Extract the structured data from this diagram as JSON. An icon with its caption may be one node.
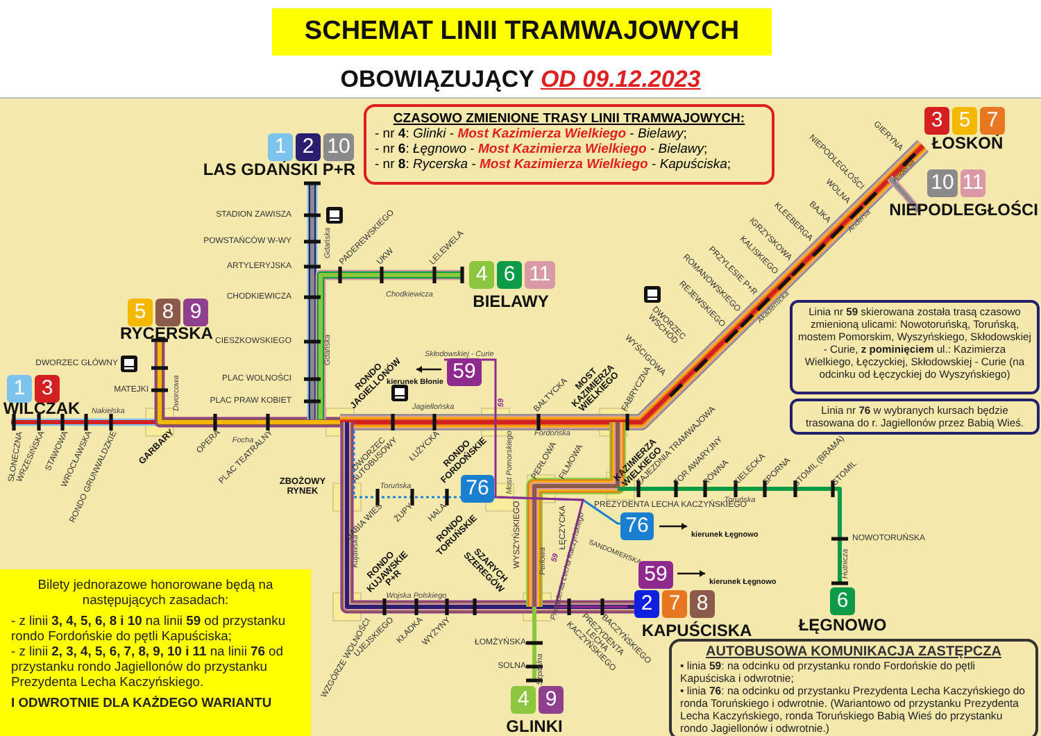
{
  "diagram": {
    "title": "SCHEMAT LINII TRAMWAJOWYCH",
    "nodes": [
      {
        "text": [
          "CZASOWO ZMIENIONE TRASY LINII TRAMWAJOWYCH:",
          "- nr **4**: *Glinki* - **Most Kazimierza Wielkiego** - *Bielawy*;",
          "- nr **6**: *Łęgnowo* - **Most Kazimierza Wielkiego** - *Bielawy*;",
          "- nr **8**: *Rycerska* - **Most Kazimierza Wielkiego** - *Kapuściska*;"
        ]
      },
      {
        "text": [
          "3"
        ]
      },
      {
        "text": [
          "5"
        ]
      },
      {
        "text": [
          "7"
        ]
      },
      {
        "text": [
          "1"
        ]
      },
      {
        "text": [
          "2"
        ]
      },
      {
        "text": [
          "10"
        ]
      },
      {
        "text": [
          "10"
        ]
      },
      {
        "text": [
          "11"
        ]
      },
      {
        "text": [
          "4"
        ]
      },
      {
        "text": [
          "6"
        ]
      },
      {
        "text": [
          "11"
        ]
      },
      {
        "text": [
          "5"
        ]
      },
      {
        "text": [
          "8"
        ]
      },
      {
        "text": [
          "9"
        ]
      },
      {
        "text": [
          "59"
        ]
      },
      {
        "text": [
          "Linia nr **59** skierowana została trasą czasowo zmienioną ulicami: Nowotoruńską, Toruńską, mostem Pomorskim, Wyszyńskiego, Skłodowskiej - Curie, **z pominięciem** ul.: Kazimierza Wielkiego, Łęczyckiej, Skłodowskiej - Curie (na odcinku od Łęczyckiej do Wyszyńskiego)"
        ]
      },
      {
        "text": [
          "1"
        ]
      },
      {
        "text": [
          "3"
        ]
      },
      {
        "text": [
          "Linia nr **76** w wybranych kursach będzie trasowana do r. Jagiellonów przez Babią Wieś."
        ]
      },
      {
        "text": [
          "76"
        ]
      },
      {
        "text": [
          "76"
        ]
      },
      {
        "text": [
          "59"
        ]
      },
      {
        "text": [
          "2"
        ]
      },
      {
        "text": [
          "7"
        ]
      },
      {
        "text": [
          "8"
        ]
      },
      {
        "text": [
          "6"
        ]
      },
      {
        "text": [
          "Bilety jednorazowe honorowane będą na następujących zasadach:",
          "- z linii **3, 4, 5, 6, 8 i 10** na linii **59** od przystanku rondo Fordońskie do pętli Kapuściska;",
          "- z linii **2, 3, 4, 5, 6, 7, 8, 9, 10 i 11** na linii **76** od przystanku rondo Jagiellonów do przystanku Prezydenta Lecha Kaczyńskiego.",
          "I ODWROTNIE DLA KAŻDEGO WARIANTU"
        ]
      },
      {
        "text": [
          "AUTOBUSOWA KOMUNIKACJA ZASTĘPCZA",
          "• linia **59**: na odcinku od przystanku rondo Fordońskie do pętli Kapuściska i odwrotnie;",
          "• linia **76**: na odcinku od przystanku Prezydenta Lecha Kaczyńskiego do ronda Toruńskiego i odwrotnie. (Wariantowo od przystanku Prezydenta Lecha Kaczyńskiego, ronda Toruńskiego Babią Wieś do przystanku rondo Jagiellonów i odwrotnie.)"
        ]
      },
      {
        "text": [
          "4"
        ]
      },
      {
        "text": [
          "9"
        ]
      }
    ],
    "labels": [
      "OBOWIĄZUJĄCY *OD 09.12.2023*",
      "LAS GDAŃSKI P+R",
      "STADION ZAWISZA",
      "POWSTAŃCÓW W-WY",
      "ARTYLERYJSKA",
      "CHODKIEWICZA",
      "CIESZKOWSKIEGO",
      "PLAC WOLNOŚCI",
      "PLAC PRAW KOBIET",
      "Gdańska",
      "Gdańska",
      "PADEREWSKIEGO",
      "UKW",
      "LELEWELA",
      "Chodkiewicza",
      "BIELAWY",
      "RYCERSKA",
      "DWORZEC GŁÓWNY",
      "MATEJKI",
      "Dworcowa",
      "WILCZAK",
      "Nakielska",
      "SŁONECZNA",
      "WRZESIŃSKA",
      "STAWOWA",
      "WROCŁAWSKA",
      "RONDO GRUNWALDZKIE",
      "GARBARY",
      "OPERA",
      "PLAC TEATRALNY",
      "Focha",
      "RONDO JAGIELLONÓW",
      "Jagiellońska",
      "DWORZEC AUTOBUSOWY",
      "ŁUŻYCKA",
      "RONDO FORDOŃSKIE",
      "BAŁTYCKA",
      "MOST KAZIMIERZA WIELKIEGO",
      "Fordońska",
      "FABRYCZNA",
      "WYŚCIGOWA",
      "DWORZEC WSCHÓD",
      "REJEWSKIEGO",
      "ROMANOWSKIEGO",
      "PRZYLESIE P+R",
      "KALISKIEGO",
      "IGRZYSKOWA",
      "KLEEBERGA",
      "BAJKA",
      "WOLNA",
      "NIEPODLEGŁOŚCI",
      "GIERYNA",
      "Akademicka",
      "Andersa",
      "Andersa",
      "ŁOSKOŃ",
      "NIEPODLEGŁOŚCI",
      "Skłodowskiej - Curie",
      "kierunek Błonie",
      "59",
      "ZBOŻOWY RYNEK",
      "Toruńska",
      "BABIA WIEŚ",
      "ŻUPY",
      "HALA",
      "RONDO TORUŃSKIE",
      "Most Pomorskiego",
      "PERŁOWA",
      "FILMOWA",
      "KAZIMIERZA WIELKIEGO",
      "ZAJEZDNIA TRAMWAJOWA",
      "TOR AWARYJNY",
      "RÓWNA",
      "KIELECKA",
      "SPORNA",
      "STOMIL (BRAMA)",
      "STOMIL",
      "Toruńska",
      "WYSZYŃSKIEGO",
      "ŁĘCZYCKA",
      "PREZYDENTA LECHA KACZYŃSKIEGO",
      "kierunek Łęgnowo",
      "NOWOTORUŃSKA",
      "Perłowa",
      "SANDOMIERSKA",
      "59",
      "Prezydenta Lecha Kaczyńskiego",
      "Hutnicza",
      "RONDO KUJAWSKIE P+R",
      "Kujawska",
      "SZARYCH SZEREGÓW",
      "Wojska Polskiego",
      "WZGÓRZE WOLNOŚCI",
      "UJEJSKIEGO",
      "KŁADKA",
      "WYŻYNY",
      "kierunek Łęgnowo",
      "KAPUŚCISKA",
      "ŁĘGNOWO",
      "PREZYDENTA LECHA KACZYŃSKIEGO",
      "BACZYŃSKIEGO",
      "ŁOMŻYŃSKA",
      "SOLNA",
      "Szpitalna",
      "GLINKI"
    ]
  }
}
